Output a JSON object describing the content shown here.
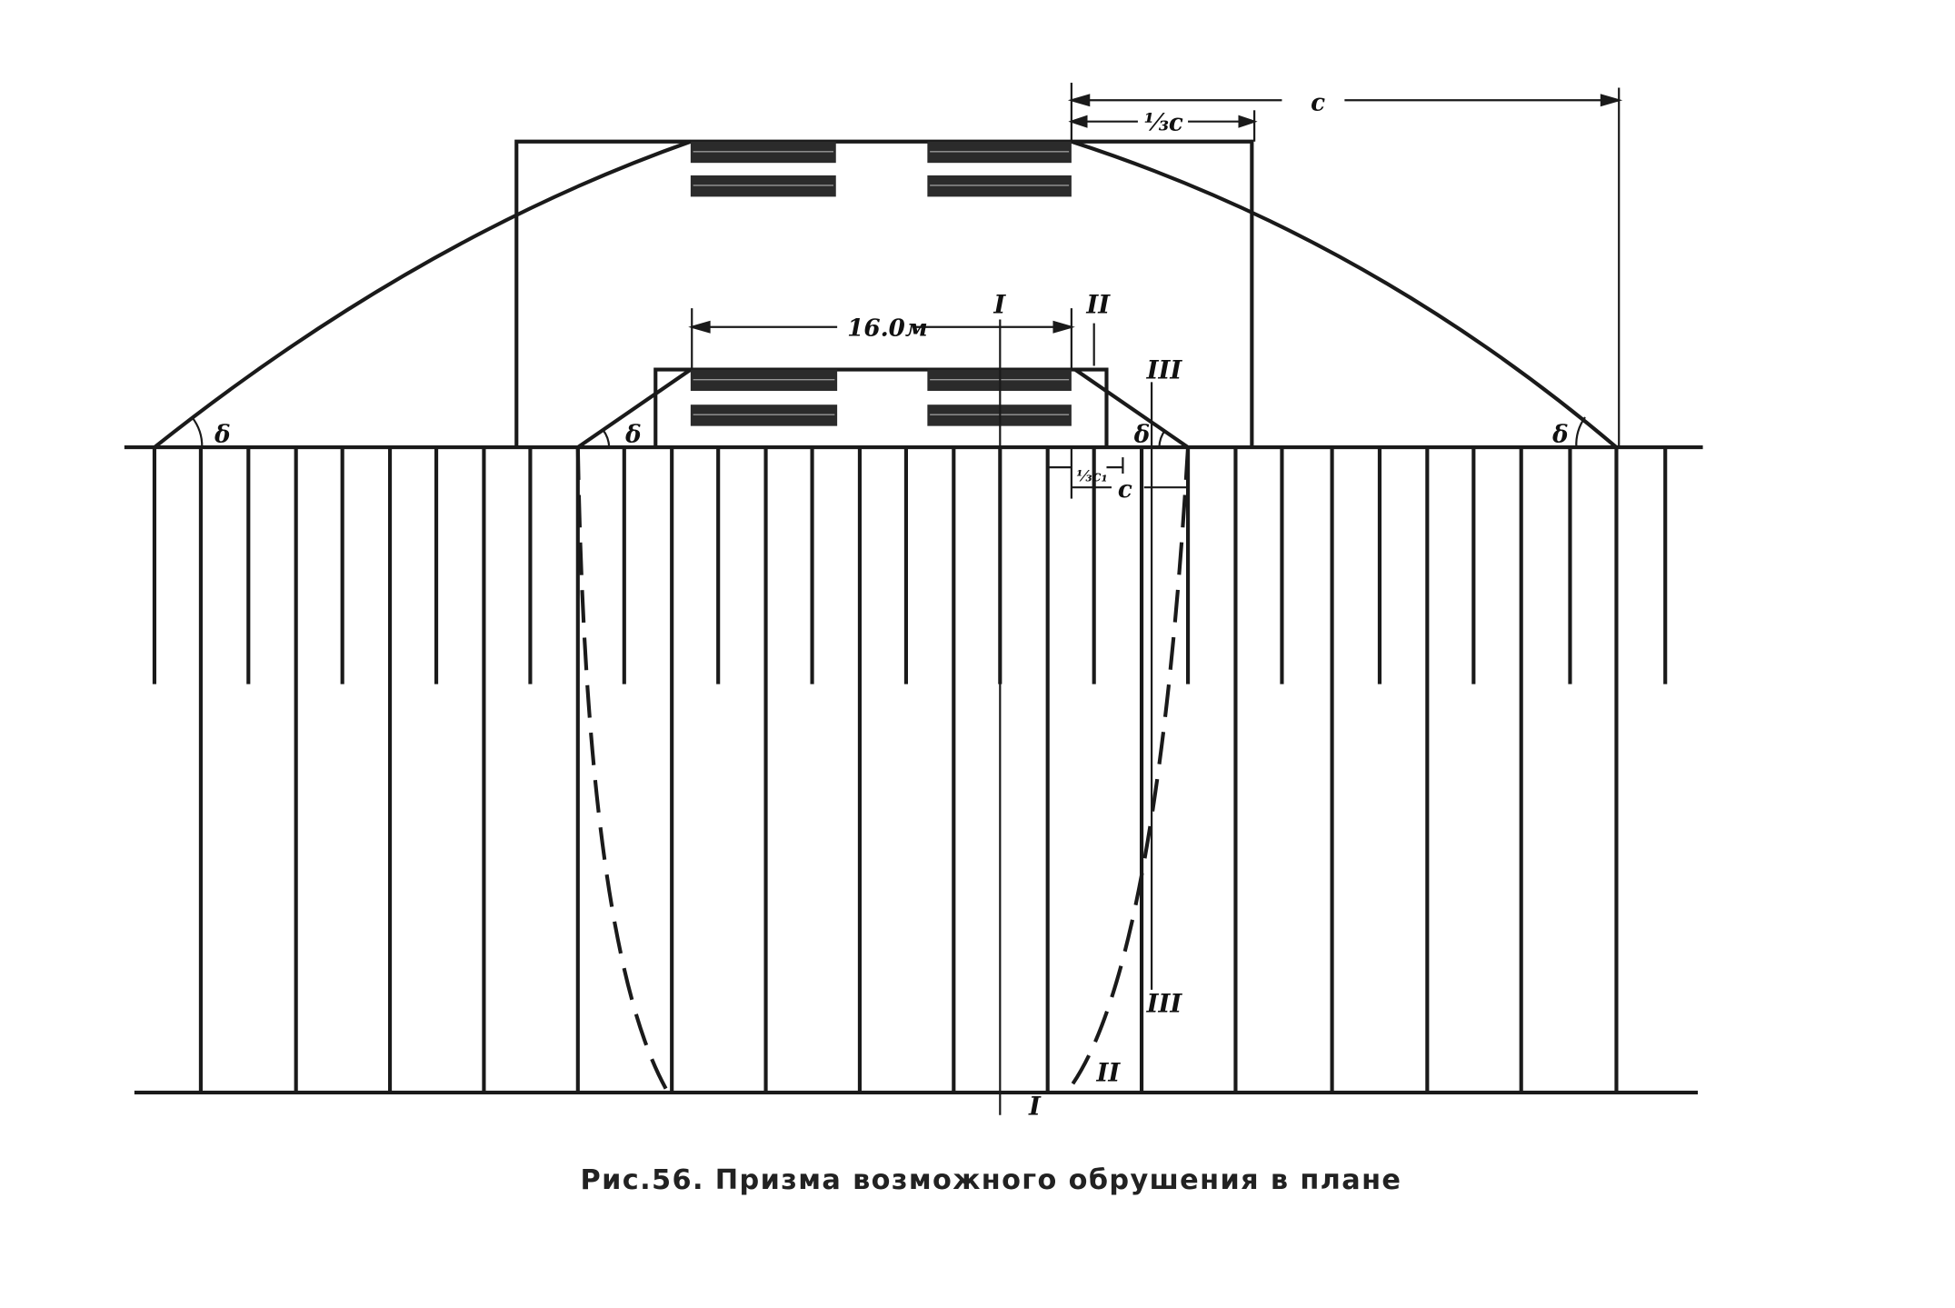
{
  "labels": {
    "c_top": "c",
    "third_c_top": "⅓c",
    "width_16": "16.0м",
    "section_I_top": "I",
    "section_II_top": "II",
    "section_III_top": "III",
    "third_c1": "⅓c₁",
    "c_small": "c",
    "section_III_bottom": "III",
    "section_II_bottom": "II",
    "section_I_bottom": "I",
    "angle_left_outer": "δ",
    "angle_left_inner": "δ",
    "angle_right_inner": "δ",
    "angle_right_outer": "δ"
  },
  "caption": "Рис.56. Призма возможного обрушения в плане"
}
